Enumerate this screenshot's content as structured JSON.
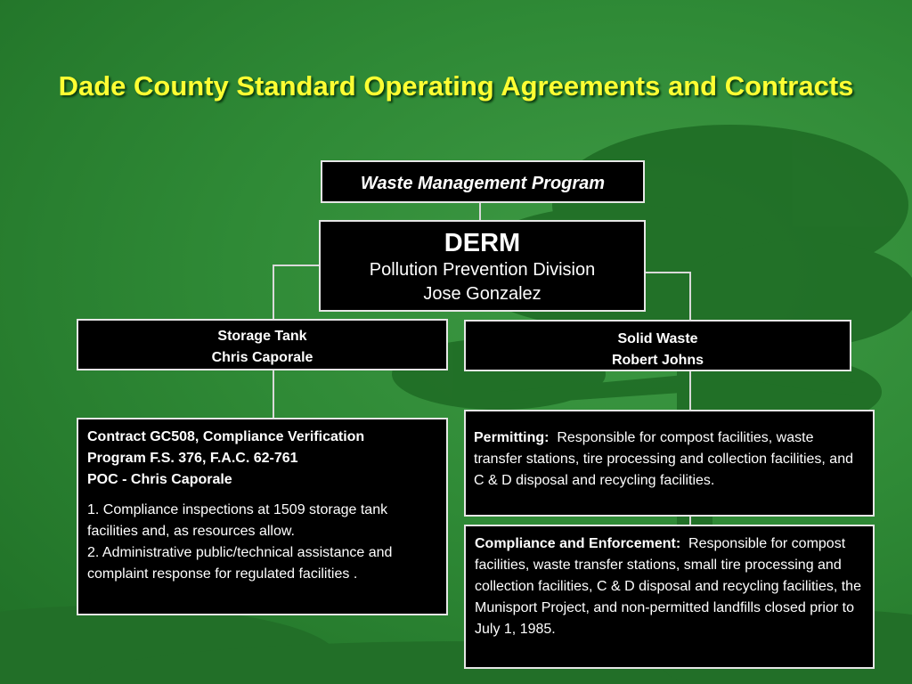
{
  "title": "Dade County Standard Operating Agreements and Contracts",
  "colors": {
    "background": "#2f8a36",
    "title": "#ffff33",
    "box_fill": "#000000",
    "box_border": "#e6e6e6",
    "text": "#ffffff"
  },
  "program_box": {
    "label": "Waste Management Program"
  },
  "derm_box": {
    "name": "DERM",
    "division": "Pollution Prevention Division",
    "person": "Jose Gonzalez"
  },
  "storage_tank_box": {
    "name": "Storage Tank",
    "person": "Chris Caporale"
  },
  "solid_waste_box": {
    "name": "Solid Waste",
    "person": "Robert Johns"
  },
  "contract_box": {
    "header_line1": "Contract GC508, Compliance Verification",
    "header_line2": "Program F.S. 376, F.A.C. 62-761",
    "header_line3": "POC - Chris Caporale",
    "item1": "1. Compliance inspections at 1509 storage tank facilities and, as resources allow.",
    "item2": "2. Administrative public/technical assistance and complaint response for regulated facilities ."
  },
  "permitting_box": {
    "label": "Permitting:",
    "text": "Responsible for compost facilities, waste transfer stations, tire processing and collection facilities, and C & D disposal and recycling facilities."
  },
  "compliance_box": {
    "label": "Compliance and Enforcement:",
    "text": "Responsible for compost facilities, waste transfer stations, small tire processing and collection facilities, C & D disposal and recycling facilities, the Munisport Project, and non-permitted landfills closed prior to July 1, 1985."
  }
}
